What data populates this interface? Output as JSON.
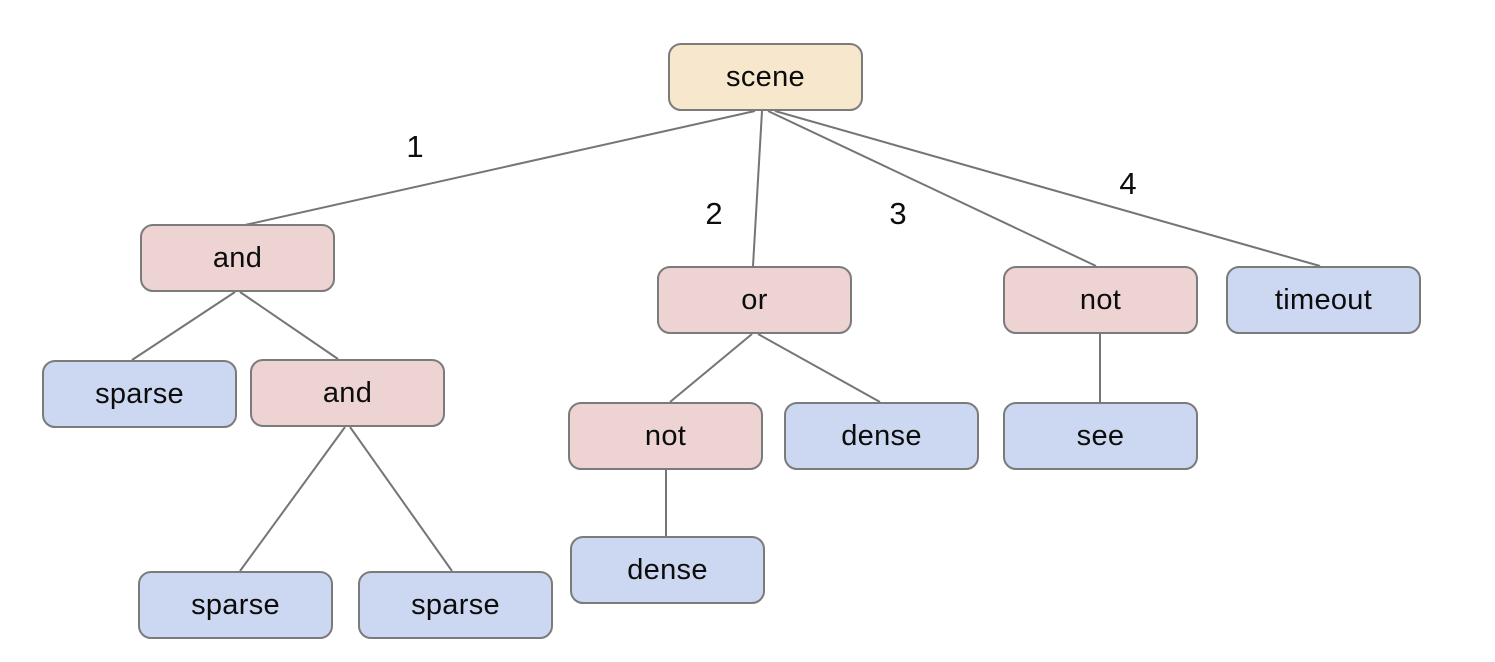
{
  "diagram": {
    "type": "tree",
    "colors": {
      "background": "#ffffff",
      "root_fill": "#f6e7cd",
      "operator_fill": "#edd3d1",
      "leaf_fill": "#ccd8f1",
      "node_border": "#7b7b7b",
      "edge_stroke": "#757575",
      "text": "#0c0c0c"
    },
    "nodes": {
      "scene": {
        "label": "scene",
        "type": "root"
      },
      "and1": {
        "label": "and",
        "type": "operator"
      },
      "or1": {
        "label": "or",
        "type": "operator"
      },
      "not1": {
        "label": "not",
        "type": "operator"
      },
      "timeout": {
        "label": "timeout",
        "type": "leaf"
      },
      "sparse1": {
        "label": "sparse",
        "type": "leaf"
      },
      "and2": {
        "label": "and",
        "type": "operator"
      },
      "not2": {
        "label": "not",
        "type": "operator"
      },
      "dense1": {
        "label": "dense",
        "type": "leaf"
      },
      "see": {
        "label": "see",
        "type": "leaf"
      },
      "sparse2": {
        "label": "sparse",
        "type": "leaf"
      },
      "sparse3": {
        "label": "sparse",
        "type": "leaf"
      },
      "dense2": {
        "label": "dense",
        "type": "leaf"
      }
    },
    "edge_labels": {
      "e1": "1",
      "e2": "2",
      "e3": "3",
      "e4": "4"
    },
    "edges": [
      {
        "from": "scene",
        "to": "and1",
        "label": "1"
      },
      {
        "from": "scene",
        "to": "or1",
        "label": "2"
      },
      {
        "from": "scene",
        "to": "not1",
        "label": "3"
      },
      {
        "from": "scene",
        "to": "timeout",
        "label": "4"
      },
      {
        "from": "and1",
        "to": "sparse1",
        "label": ""
      },
      {
        "from": "and1",
        "to": "and2",
        "label": ""
      },
      {
        "from": "and2",
        "to": "sparse2",
        "label": ""
      },
      {
        "from": "and2",
        "to": "sparse3",
        "label": ""
      },
      {
        "from": "or1",
        "to": "not2",
        "label": ""
      },
      {
        "from": "or1",
        "to": "dense1",
        "label": ""
      },
      {
        "from": "not1",
        "to": "see",
        "label": ""
      },
      {
        "from": "not2",
        "to": "dense2",
        "label": ""
      }
    ]
  }
}
